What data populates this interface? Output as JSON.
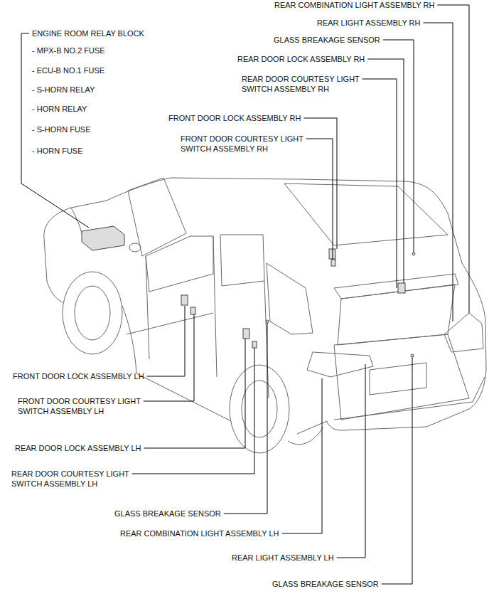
{
  "diagram": {
    "labels": [
      "REAR COMBINATION LIGHT ASSEMBLY RH",
      "REAR LIGHT ASSEMBLY RH",
      "GLASS BREAKAGE SENSOR",
      "REAR DOOR LOCK ASSEMBLY RH",
      "REAR DOOR COURTESY LIGHT SWITCH ASSEMBLY RH",
      "ENGINE ROOM RELAY BLOCK",
      "- MPX-B NO.2 FUSE",
      "- ECU-B NO.1 FUSE",
      "- S-HORN RELAY",
      "- HORN RELAY",
      "- S-HORN FUSE",
      "- HORN FUSE",
      "FRONT DOOR LOCK ASSEMBLY RH",
      "FRONT DOOR COURTESY LIGHT SWITCH ASSEMBLY RH",
      "FRONT DOOR LOCK ASSEMBLY LH",
      "FRONT DOOR COURTESY LIGHT SWITCH ASSEMBLY LH",
      "REAR DOOR LOCK ASSEMBLY LH",
      "REAR DOOR COURTESY LIGHT SWITCH ASSEMBLY LH",
      "GLASS BREAKAGE SENSOR",
      "REAR COMBINATION LIGHT ASSEMBLY LH",
      "REAR LIGHT ASSEMBLY LH",
      "GLASS BREAKAGE SENSOR"
    ]
  }
}
